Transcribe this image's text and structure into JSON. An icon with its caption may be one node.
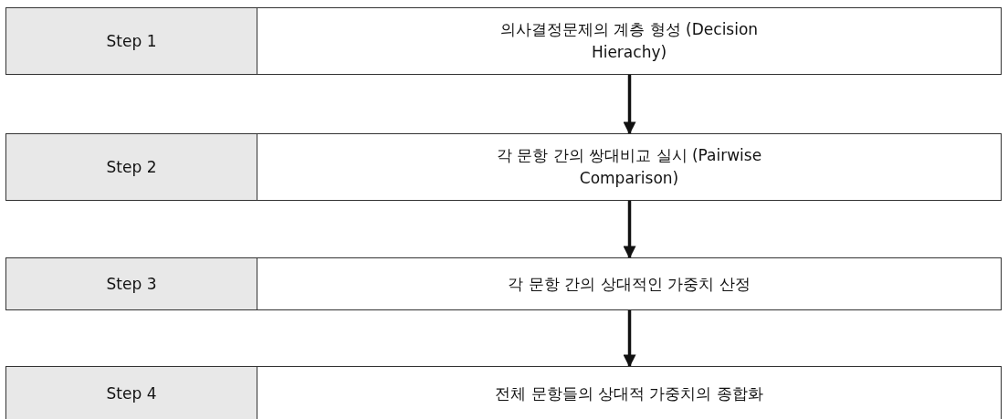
{
  "diagram": {
    "nodes": [
      {
        "text": [
          "Step 1"
        ]
      },
      {
        "text": [
          "의사결정문제의 계층 형성 (Decision Hierachy)"
        ]
      },
      {
        "text": [
          "Step 2"
        ]
      },
      {
        "text": [
          "각 문항 간의 쌍대비교 실시 (Pairwise Comparison)"
        ]
      },
      {
        "text": [
          "Step 3"
        ]
      },
      {
        "text": [
          "각 문항 간의 상대적인 가중치 산정"
        ]
      },
      {
        "text": [
          "Step 4"
        ]
      },
      {
        "text": [
          "전체 문항들의 상대적 가중치의 종합화"
        ]
      }
    ],
    "edges": [
      {
        "from": 1,
        "to": 3,
        "arrow": "to"
      },
      {
        "from": 3,
        "to": 5,
        "arrow": "to"
      },
      {
        "from": 5,
        "to": 7,
        "arrow": "to"
      }
    ]
  }
}
